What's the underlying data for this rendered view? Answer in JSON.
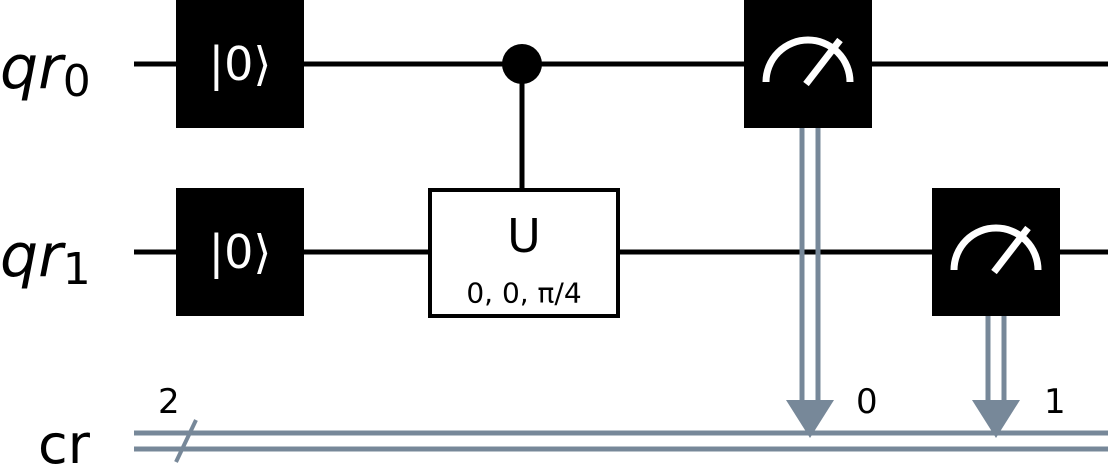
{
  "registers": {
    "q0": {
      "base": "qr",
      "index": "0"
    },
    "q1": {
      "base": "qr",
      "index": "1"
    },
    "classical": {
      "label": "cr",
      "width": "2"
    }
  },
  "gates": {
    "reset_q0": {
      "label": "|0⟩"
    },
    "reset_q1": {
      "label": "|0⟩"
    },
    "controlled_u": {
      "label": "U",
      "params": "0, 0, π/4"
    }
  },
  "measurements": {
    "m0": {
      "target_bit": "0"
    },
    "m1": {
      "target_bit": "1"
    }
  },
  "colors": {
    "wire": "#000000",
    "classical_wire": "#778899",
    "gate_fill": "#000000",
    "gate_text": "#ffffff",
    "u_gate_fill": "#ffffff",
    "u_gate_border": "#000000"
  }
}
